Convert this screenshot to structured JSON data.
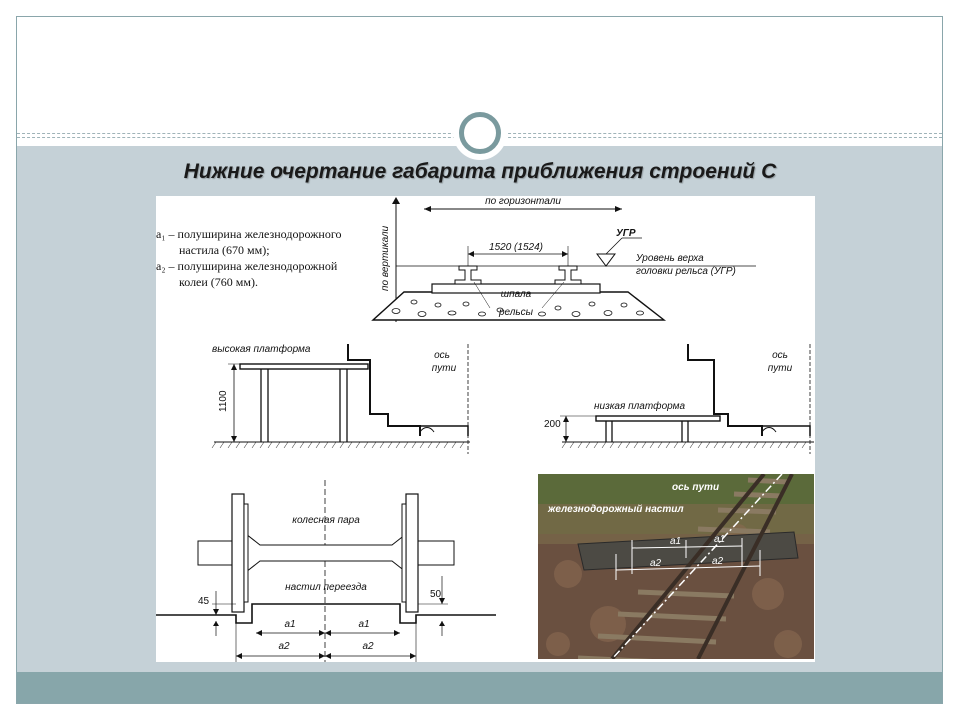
{
  "slide": {
    "title": "Нижние очертание габарита приближения строений С"
  },
  "legend": {
    "a1_symbol": "a₁",
    "a1_text": " – полуширина железнодорожного",
    "a1_text_cont": "настила (670 мм);",
    "a2_symbol": "a₂",
    "a2_text": " – полуширина железнодорожной",
    "a2_text_cont": "колеи (760 мм)."
  },
  "cross_section": {
    "horizontal_label": "по горизонтали",
    "vertical_label": "по вертикали",
    "gauge_label": "1520 (1524)",
    "ugr_label": "УГР",
    "rail_level_label_1": "Уровень верха",
    "rail_level_label_2": "головки рельса (УГР)",
    "sleeper_label": "шпала",
    "rails_label": "рельсы"
  },
  "high_platform": {
    "label": "высокая платформа",
    "height": "1100",
    "axis_label_1": "ось",
    "axis_label_2": "пути"
  },
  "low_platform": {
    "label": "низкая платформа",
    "height": "200",
    "axis_label_1": "ось",
    "axis_label_2": "пути"
  },
  "wheelset": {
    "wheelset_label": "колесная пара",
    "crossing_label": "настил переезда",
    "left_dim": "45",
    "right_dim": "50",
    "a1_left": "a1",
    "a1_right": "a1",
    "a2_left": "a2",
    "a2_right": "a2"
  },
  "photo": {
    "axis_label": "ось пути",
    "deck_label": "железнодорожный настил",
    "a1_left": "a1",
    "a1_right": "a1",
    "a2_left": "a2",
    "a2_right": "a2"
  }
}
